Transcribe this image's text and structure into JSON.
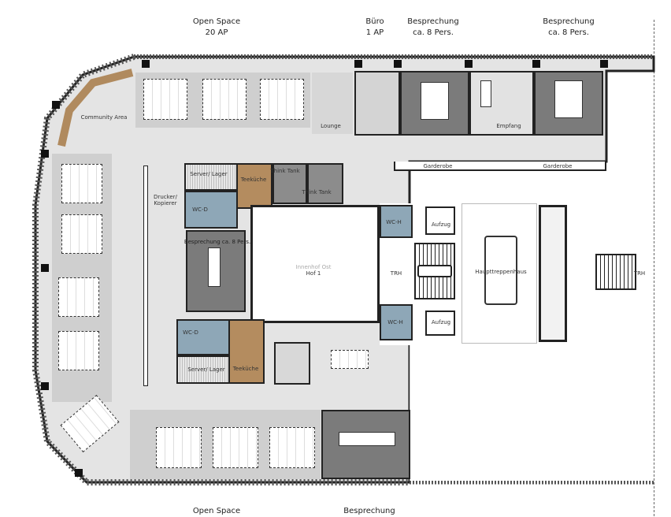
{
  "headers_top": [
    {
      "line1": "Open Space",
      "line2": "20 AP"
    },
    {
      "line1": "Büro",
      "line2": "1 AP"
    },
    {
      "line1": "Besprechung",
      "line2": "ca. 8 Pers."
    },
    {
      "line1": "Besprechung",
      "line2": "ca. 8 Pers."
    }
  ],
  "headers_bottom": [
    "Open Space",
    "Besprechung"
  ],
  "rooms": {
    "community": "Community Area",
    "lounge": "Lounge",
    "empfang": "Empfang",
    "garderobe": "Garderobe",
    "server": "Server/ Lager",
    "teekueche": "Teeküche",
    "think_tank": "Think Tank",
    "wc_d": "WC-D",
    "wc_h": "WC-H",
    "drucker": "Drucker/ Kopierer",
    "besprechung": "Besprechung ca. 8 Pers.",
    "innenhof_name": "Innenhof Ost",
    "innenhof": "Hof 1",
    "aufzug": "Aufzug",
    "trh": "TRH",
    "haupttreppenhaus": "Haupttreppenhaus"
  },
  "colors": {
    "floor": "#e4e4e4",
    "workspace": "#cfcfcf",
    "meeting": "#7b7b7b",
    "wc": "#8ea7b7",
    "kitchen": "#b48c5f",
    "think_tank": "#8c8c8c"
  }
}
